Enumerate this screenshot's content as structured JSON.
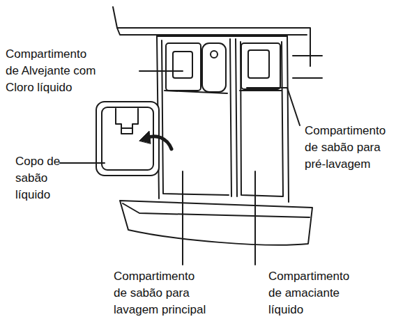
{
  "diagram": {
    "labels": [
      "Compartimento de Alvejante com Cloro líquido",
      "Copo de sabão líquido",
      "Compartimento de sabão para pré-lavagem",
      "Compartimento de sabão para lavagem principal",
      "Compartimento de amaciante líquido"
    ]
  }
}
